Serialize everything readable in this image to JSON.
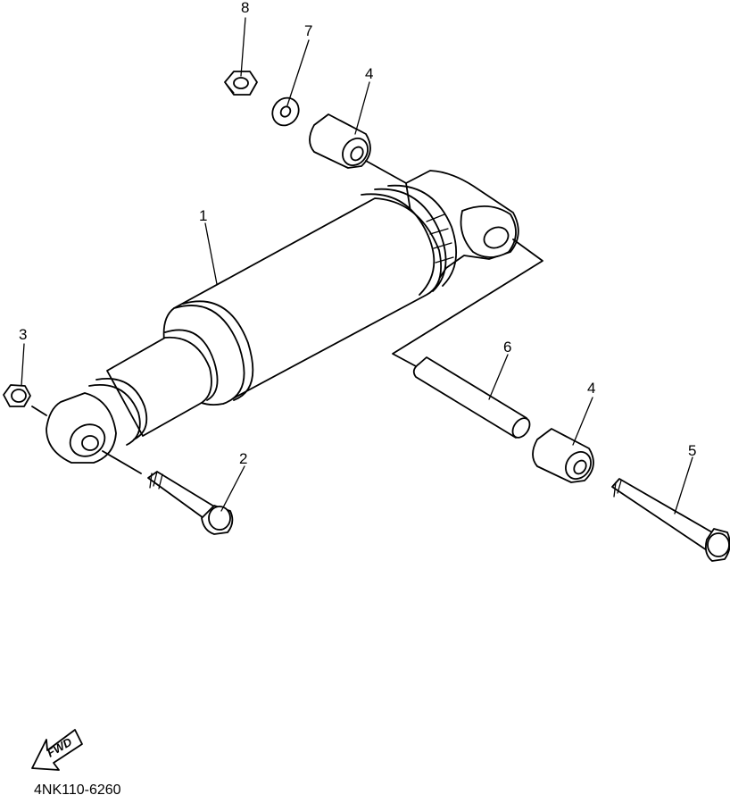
{
  "diagram": {
    "callouts": [
      "1",
      "2",
      "3",
      "4",
      "4",
      "5",
      "6",
      "7",
      "8"
    ],
    "part_code": "4NK110-6260",
    "direction_label": "FWD"
  },
  "colors": {
    "line": "#000000",
    "background": "#ffffff"
  }
}
